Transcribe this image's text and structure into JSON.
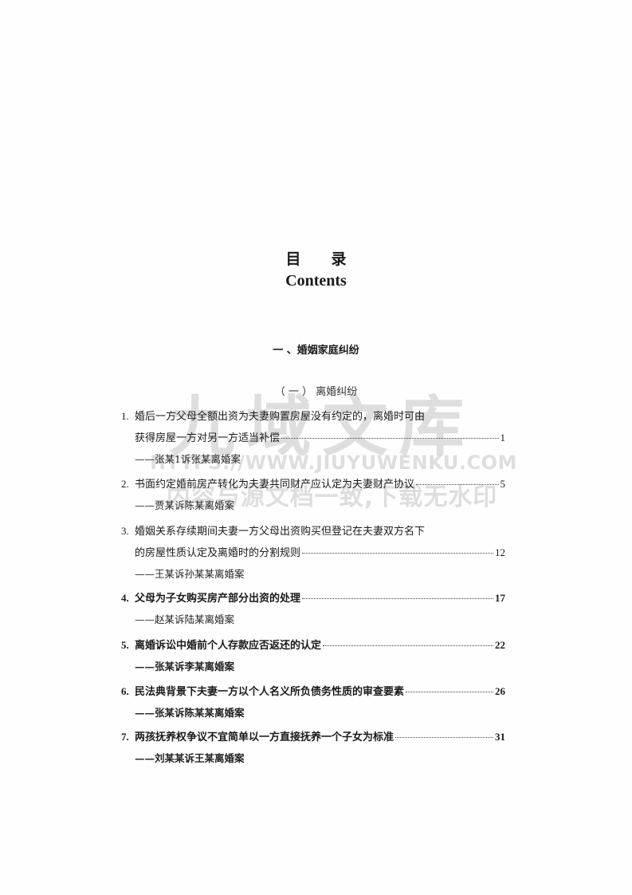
{
  "page": {
    "title_cn": "目录",
    "title_cn_spaced": "目 录",
    "title_en": "Contents"
  },
  "watermark": {
    "title": "九域文库",
    "url": "HTTPS://WWW.JIUYUWENKU.COM",
    "note": "内容与源文档一致,下载无水印",
    "color": "#d9d9d9"
  },
  "toc": {
    "part_heading": "一 、婚姻家庭纠纷",
    "section_heading": "（ 一 ） 离婚纠纷",
    "entries": [
      {
        "number": "1.",
        "lines": [
          "婚后一方父母全额出资为夫妻购置房屋没有约定的，离婚时可由",
          "获得房屋一方对另一方适当补偿"
        ],
        "page": "1",
        "case": "——张某1诉张某离婚案",
        "bold": false
      },
      {
        "number": "2.",
        "lines": [
          "书面约定婚前房产转化为夫妻共同财产应认定为夫妻财产协议"
        ],
        "page": "5",
        "case": "——贾某诉陈某离婚案",
        "bold": false
      },
      {
        "number": "3.",
        "lines": [
          "婚姻关系存续期间夫妻一方父母出资购买但登记在夫妻双方名下",
          "的房屋性质认定及离婚时的分割规则"
        ],
        "page": "12",
        "case": "——王某诉孙某某离婚案",
        "bold": false
      },
      {
        "number": "4.",
        "lines": [
          "父母为子女购买房产部分出资的处理"
        ],
        "page": "17",
        "case": "——赵某诉陆某离婚案",
        "bold": true,
        "case_bold": false
      },
      {
        "number": "5.",
        "lines": [
          "离婚诉讼中婚前个人存款应否返还的认定"
        ],
        "page": "22",
        "case": "——张某诉李某离婚案",
        "bold": true,
        "case_bold": true
      },
      {
        "number": "6.",
        "lines": [
          "民法典背景下夫妻一方以个人名义所负债务性质的审查要素"
        ],
        "page": "26",
        "case": "——张某诉陈某某离婚案",
        "bold": true,
        "case_bold": true
      },
      {
        "number": "7.",
        "lines": [
          "两孩抚养权争议不宜简单以一方直接抚养一个子女为标准"
        ],
        "page": "31",
        "case": "——刘某某诉王某离婚案",
        "bold": true,
        "case_bold": true
      }
    ]
  }
}
